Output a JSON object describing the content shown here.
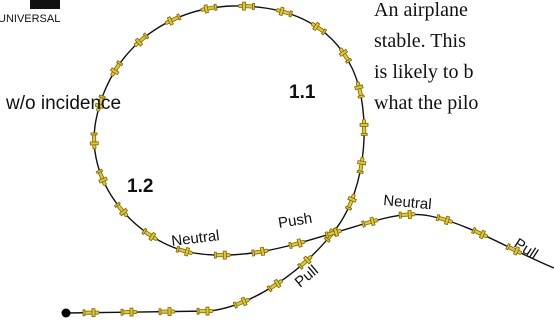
{
  "logo": {
    "text": "UNIVERSAL"
  },
  "paragraph": {
    "lines": [
      "An airplane",
      "stable. This",
      "is likely to b",
      "what the pilo"
    ]
  },
  "labels": {
    "without_incidence": "w/o incidence",
    "loop_1_1": "1.1",
    "loop_1_2": "1.2",
    "neutral_left": "Neutral",
    "push": "Push",
    "neutral_right": "Neutral",
    "pull_right": "Pull",
    "pull_bottom": "Pull"
  },
  "colors": {
    "airplane": "#e7c826",
    "path": "#111111",
    "start_dot": "#000000"
  }
}
